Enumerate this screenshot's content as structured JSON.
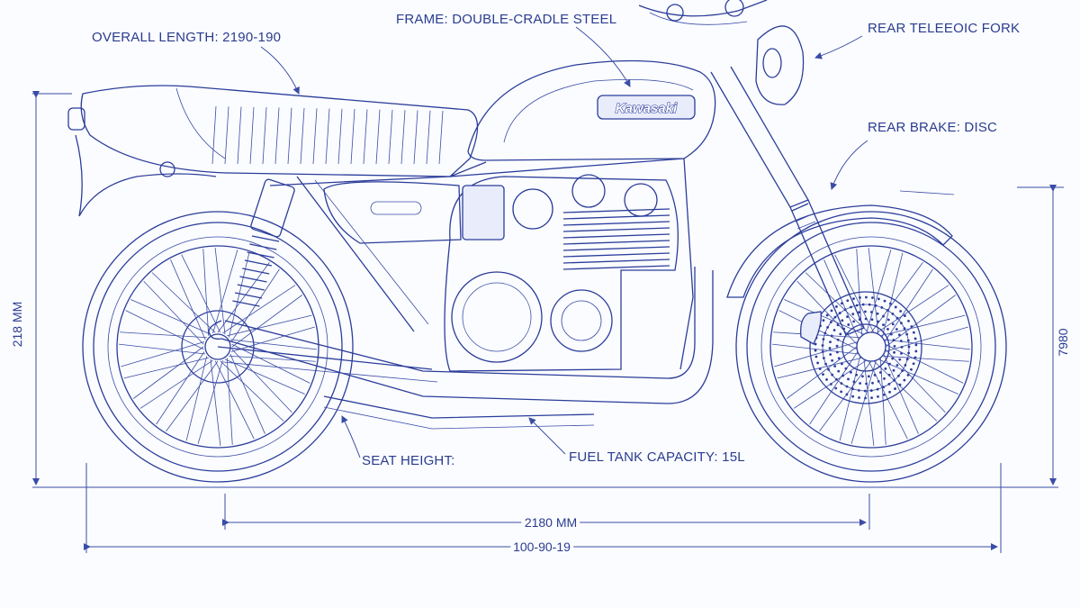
{
  "labels": {
    "overall_length": "OVERALL LENGTH: 2190-190",
    "frame": "FRAME: DOUBLE-CRADLE STEEL",
    "rear_telescopic_fork": "REAR TELEEOIC FORK",
    "rear_brake": "REAR BRAKE: DISC",
    "seat_height": "SEAT HEIGHT:",
    "fuel_tank_capacity": "FUEL TANK CAPACITY: 15L"
  },
  "dimensions": {
    "left_height": "218 MM",
    "right_height": "7980",
    "wheelbase": "2180 MM",
    "total_length": "100-90-19"
  },
  "brand": {
    "tank_logo": "Kawasaki"
  },
  "colors": {
    "ink": "#2b3d9a",
    "paper": "#fbfcff"
  }
}
